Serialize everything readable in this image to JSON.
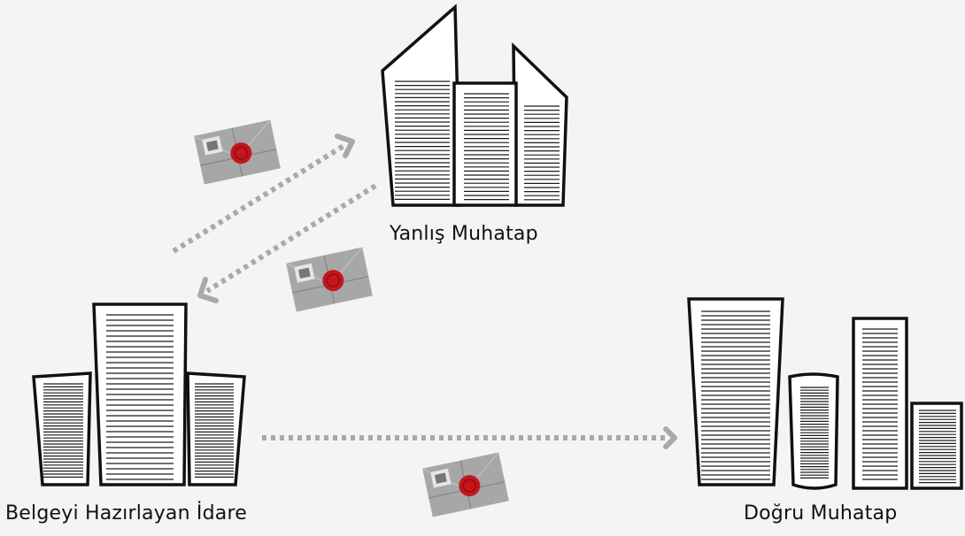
{
  "nodes": {
    "wrong_recipient": {
      "label": "Yanlış Muhatap"
    },
    "sender": {
      "label": "Belgeyi Hazırlayan İdare"
    },
    "correct_recipient": {
      "label": "Doğru Muhatap"
    }
  },
  "edges": [
    {
      "from": "sender",
      "to": "wrong_recipient",
      "style": "dotted"
    },
    {
      "from": "wrong_recipient",
      "to": "sender",
      "style": "dotted"
    },
    {
      "from": "sender",
      "to": "correct_recipient",
      "style": "dotted"
    }
  ],
  "colors": {
    "background": "#f4f4f4",
    "outline": "#111111",
    "arrow": "#a9a9a9",
    "envelope": "#a7a7a7",
    "wax_seal": "#c4161c"
  },
  "icons": [
    "building-icon",
    "envelope-icon",
    "wax-seal-icon",
    "dotted-arrow"
  ]
}
